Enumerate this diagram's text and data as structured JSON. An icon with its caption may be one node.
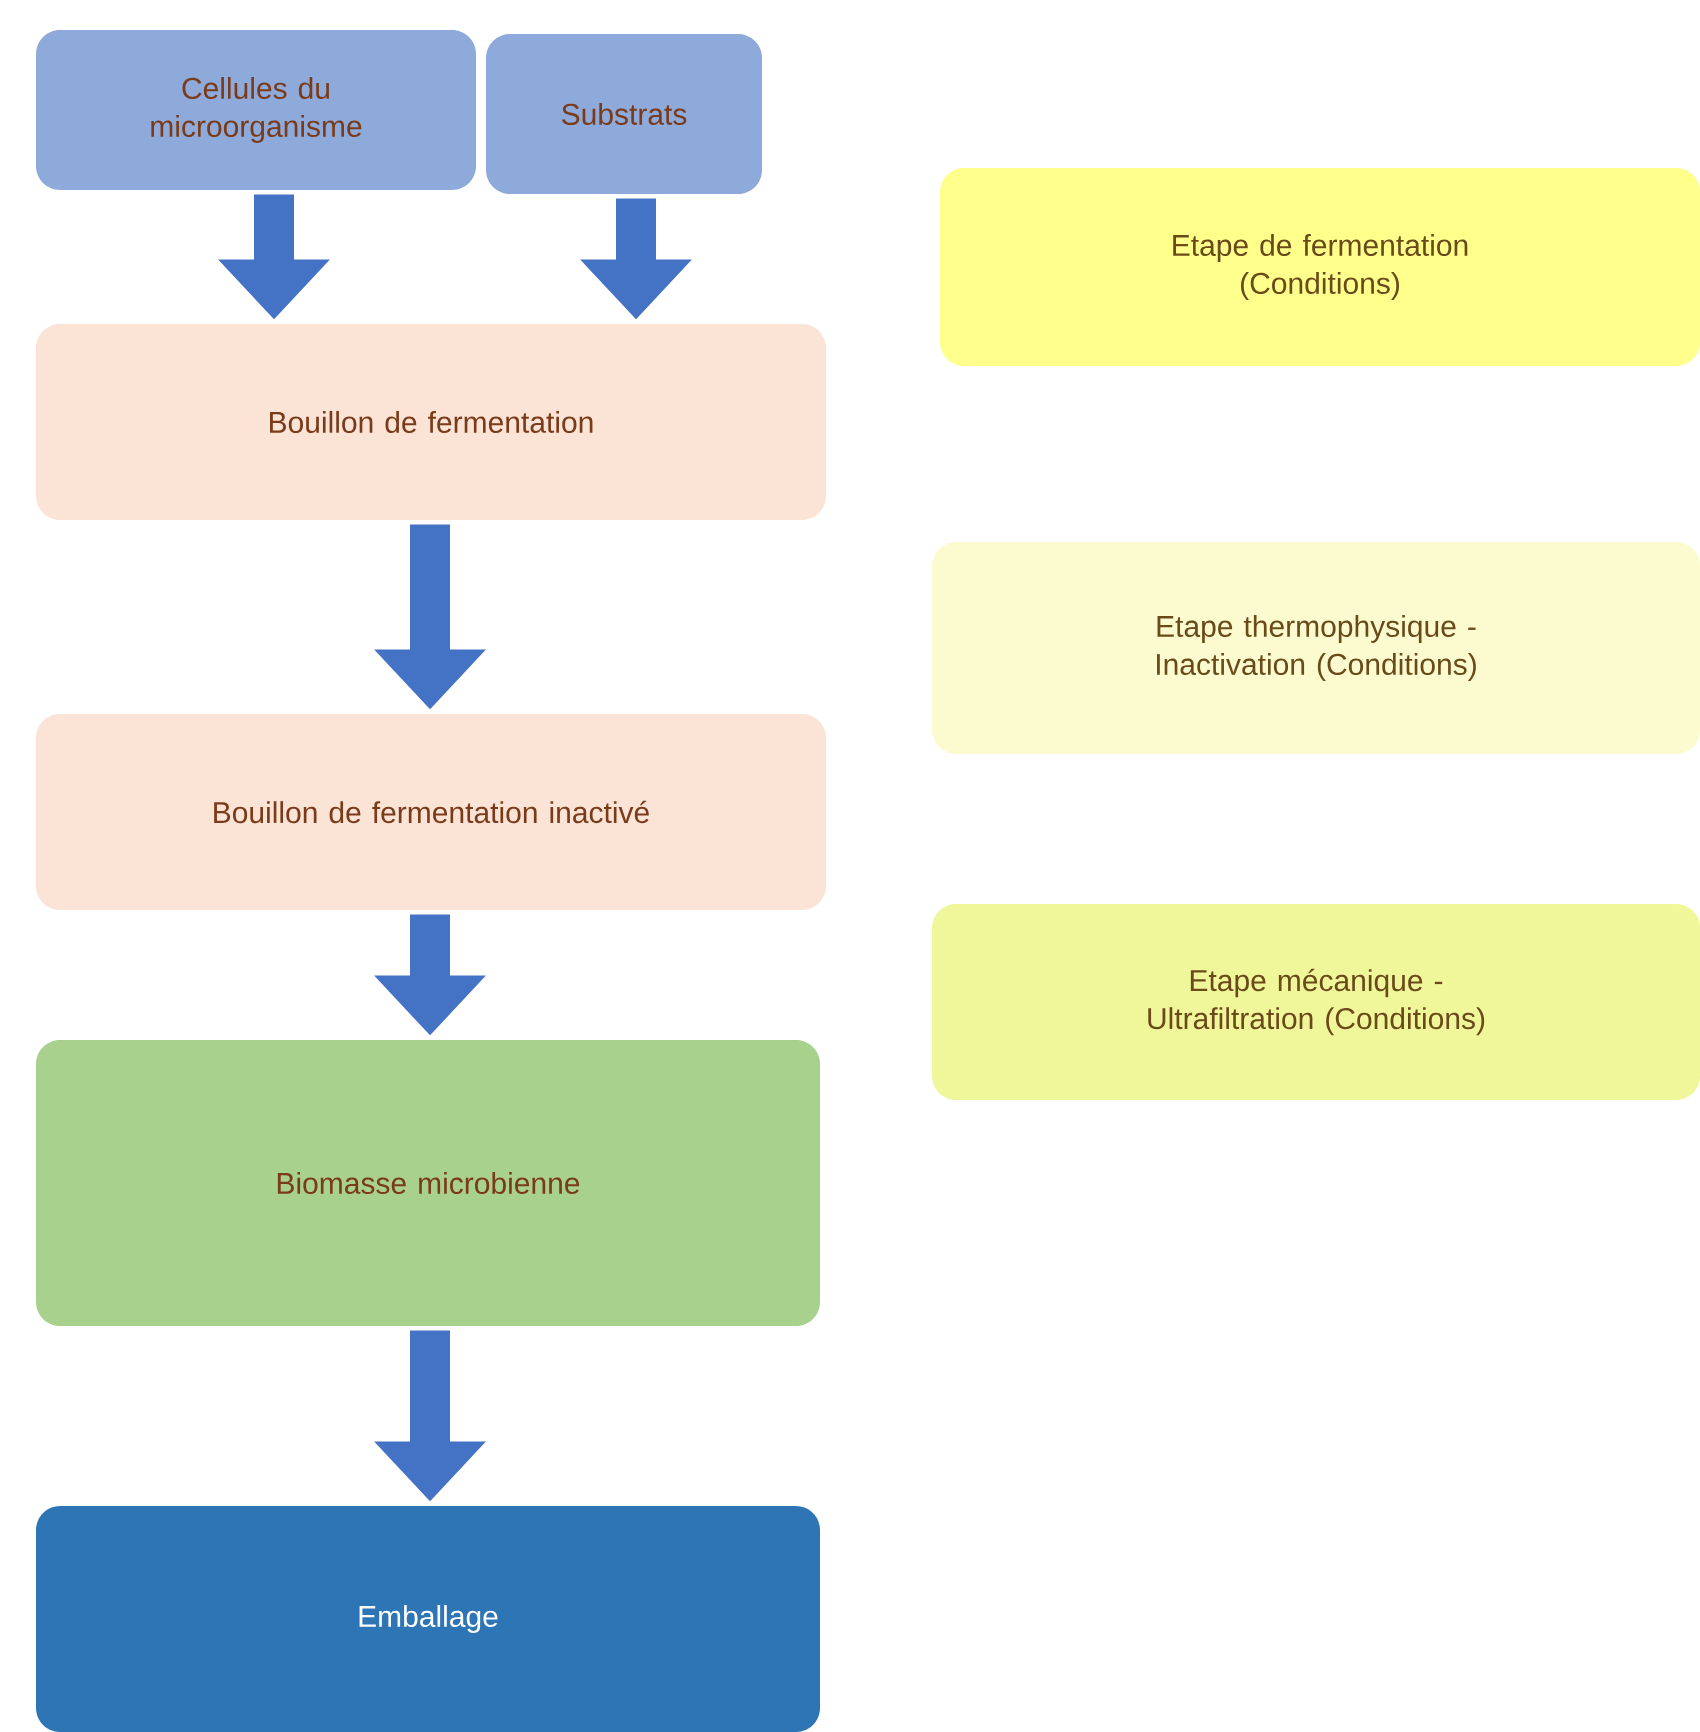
{
  "diagram": {
    "nodes": [
      {
        "text": [
          "Cellules du microorganisme"
        ]
      },
      {
        "text": [
          "Substrats"
        ]
      },
      {
        "text": [
          "Bouillon de fermentation"
        ]
      },
      {
        "text": [
          "Bouillon de fermentation inactivé"
        ]
      },
      {
        "text": [
          "Biomasse microbienne"
        ]
      },
      {
        "text": [
          "Emballage"
        ]
      },
      {
        "text": [
          "Etape de fermentation (Conditions)"
        ]
      },
      {
        "text": [
          "Etape thermophysique - Inactivation (Conditions)"
        ]
      },
      {
        "text": [
          "Etape mécanique - Ultrafiltration (Conditions)"
        ]
      }
    ],
    "edges": [
      {
        "from": 0,
        "to": 2,
        "arrow": "to"
      },
      {
        "from": 1,
        "to": 2,
        "arrow": "to"
      },
      {
        "from": 2,
        "to": 3,
        "arrow": "to"
      },
      {
        "from": 3,
        "to": 4,
        "arrow": "to"
      },
      {
        "from": 4,
        "to": 5,
        "arrow": "to"
      }
    ]
  }
}
